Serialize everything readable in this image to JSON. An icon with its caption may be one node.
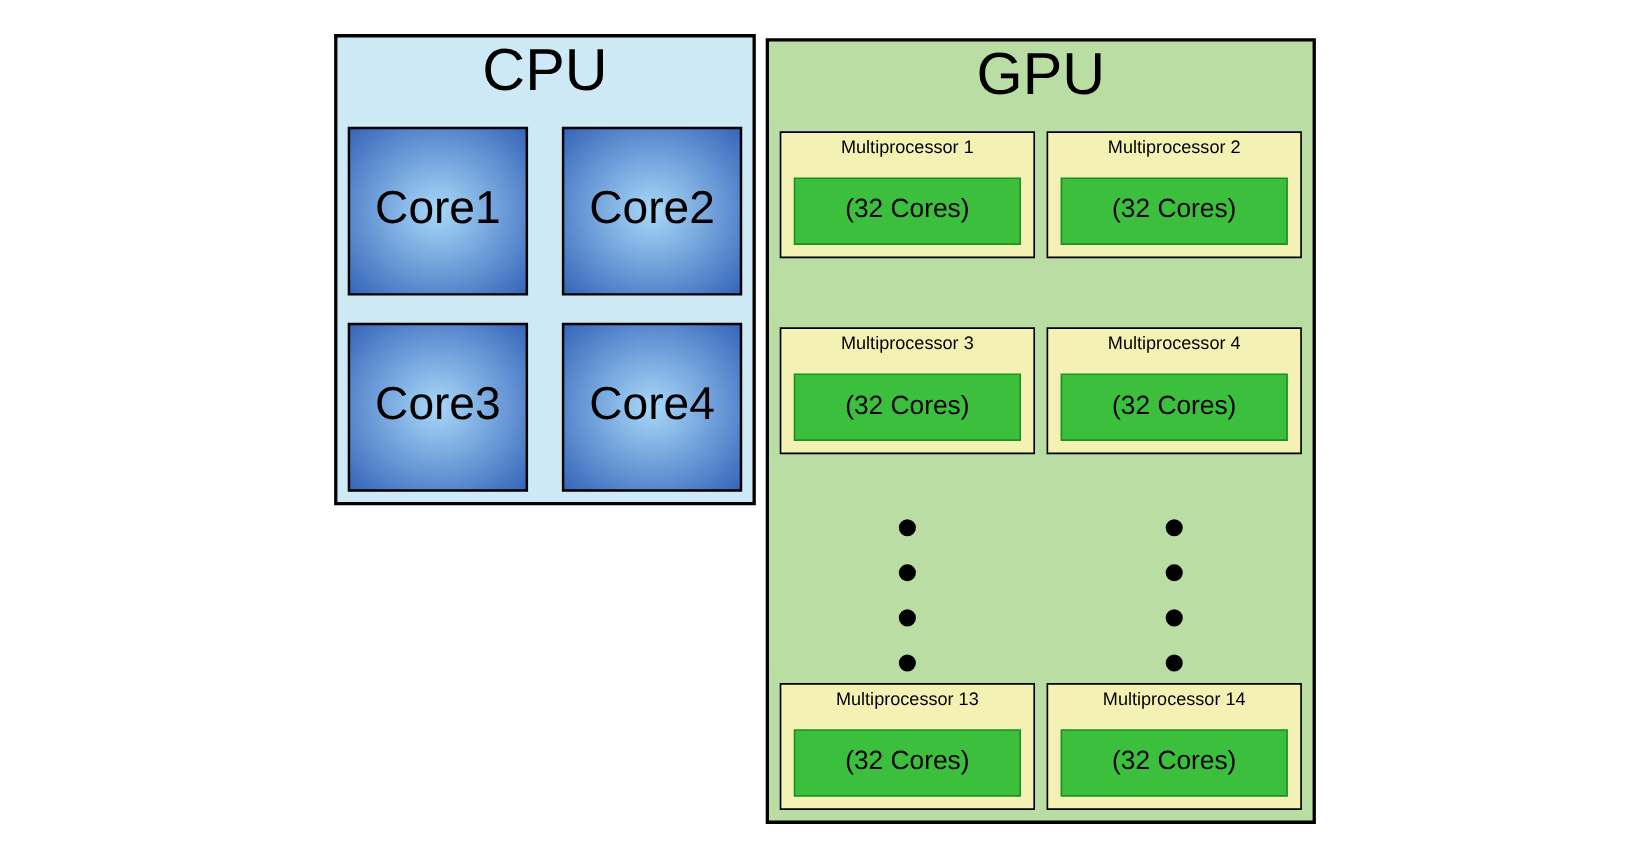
{
  "diagram": {
    "nodes": [
      {
        "text": [
          "CPU"
        ]
      },
      {
        "text": [
          "Core1"
        ],
        "in": 0
      },
      {
        "text": [
          "Core2"
        ],
        "in": 0
      },
      {
        "text": [
          "Core3"
        ],
        "in": 0
      },
      {
        "text": [
          "Core4"
        ],
        "in": 0
      },
      {
        "text": [
          "GPU"
        ]
      },
      {
        "text": [
          "Multiprocessor 1"
        ],
        "in": 5
      },
      {
        "text": [
          "(32 Cores)"
        ],
        "in": 6
      },
      {
        "text": [
          "Multiprocessor 2"
        ],
        "in": 5
      },
      {
        "text": [
          "(32 Cores)"
        ],
        "in": 8
      },
      {
        "text": [
          "Multiprocessor 3"
        ],
        "in": 5
      },
      {
        "text": [
          "(32 Cores)"
        ],
        "in": 10
      },
      {
        "text": [
          "Multiprocessor 4"
        ],
        "in": 5
      },
      {
        "text": [
          "(32 Cores)"
        ],
        "in": 12
      },
      {
        "text": [
          "Multiprocessor 13"
        ],
        "in": 5
      },
      {
        "text": [
          "(32 Cores)"
        ],
        "in": 14
      },
      {
        "text": [
          "Multiprocessor 14"
        ],
        "in": 5
      },
      {
        "text": [
          "(32 Cores)"
        ],
        "in": 16
      }
    ],
    "edges": []
  }
}
